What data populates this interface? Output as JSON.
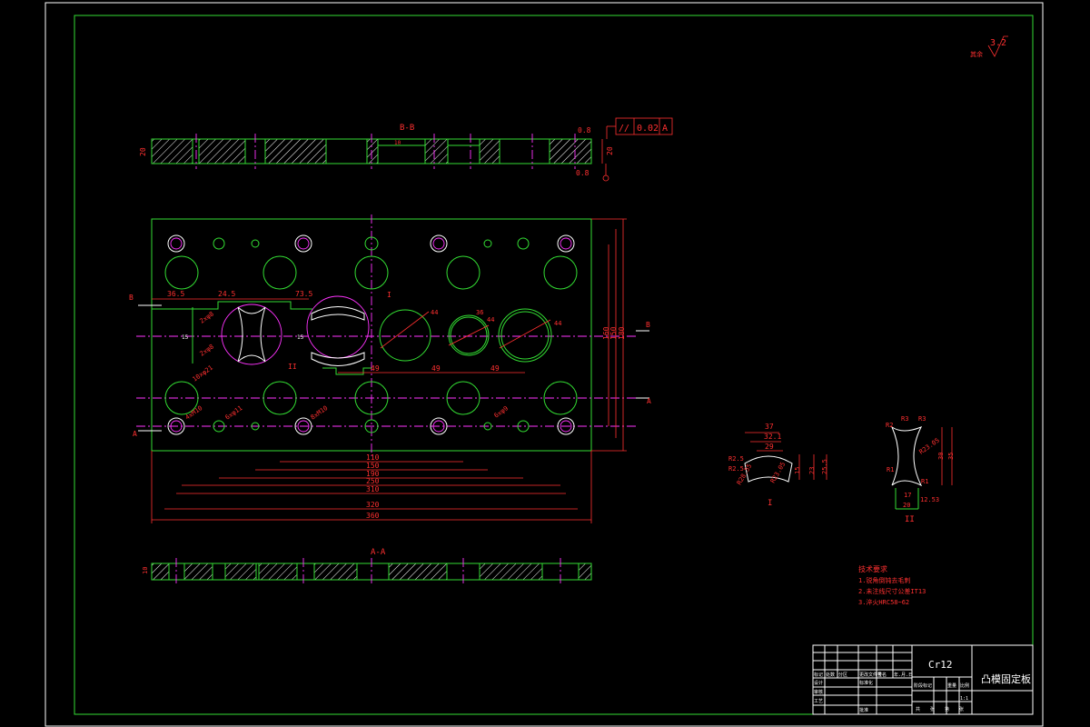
{
  "sheet": {
    "roughness_mark": "3.2",
    "roughness_note": "其余"
  },
  "sections": {
    "bb_title": "B-B",
    "aa_title": "A-A",
    "thickness_bb": "20",
    "thickness_aa": "10",
    "side_dim": "20",
    "tol_frame": {
      "symbol": "//",
      "value": "0.02",
      "datum": "A"
    },
    "roughness_top": "0.8",
    "roughness_bottom": "0.8",
    "counterbore": "10"
  },
  "plan": {
    "dims_top": [
      "36.5",
      "24.5",
      "73.5"
    ],
    "dims_holes": [
      "44",
      "36",
      "44",
      "44"
    ],
    "dims_pitch": [
      "49",
      "49",
      "49"
    ],
    "dims_right": [
      "160",
      "150",
      "180"
    ],
    "dims_bottom": [
      "110",
      "150",
      "190",
      "250",
      "310",
      "320",
      "360"
    ],
    "hole_notes": [
      "2xφ8",
      "2xφ8",
      "10xφ21",
      "4xM10",
      "6xφ11",
      "8xM10",
      "6xφ9"
    ],
    "feature_marks": [
      "I",
      "II"
    ],
    "center_marks": [
      "15",
      "15"
    ],
    "section_marks": [
      "B",
      "B",
      "A",
      "A"
    ]
  },
  "details": {
    "detail1_label": "I",
    "detail1_dims": [
      "37",
      "32.1",
      "29",
      "R2.5",
      "R2.5",
      "R28.55",
      "R23.05",
      "15",
      "23",
      "25.5"
    ],
    "detail2_label": "II",
    "detail2_dims": [
      "R2",
      "R3",
      "R3",
      "R23.05",
      "R1",
      "R1",
      "30",
      "35",
      "17",
      "20",
      "12.53"
    ]
  },
  "notes": {
    "title": "技术要求",
    "items": [
      "1.锐角倒钝去毛刺",
      "2.未注线尺寸公差IT13",
      "3.淬火HRC58~62"
    ]
  },
  "title_block": {
    "material": "Cr12",
    "part_name": "凸模固定板",
    "header_labels": [
      "标记",
      "处数",
      "分区",
      "更改文件号",
      "签名",
      "年.月.日"
    ],
    "row_labels": [
      "设计",
      "审核",
      "工艺",
      "标准化",
      "批准"
    ],
    "stage_label": "阶段标记",
    "weight_label": "重量",
    "scale_label": "比例",
    "scale_value": "1:1",
    "sheet_labels": [
      "共",
      "张",
      "第",
      "张"
    ]
  }
}
